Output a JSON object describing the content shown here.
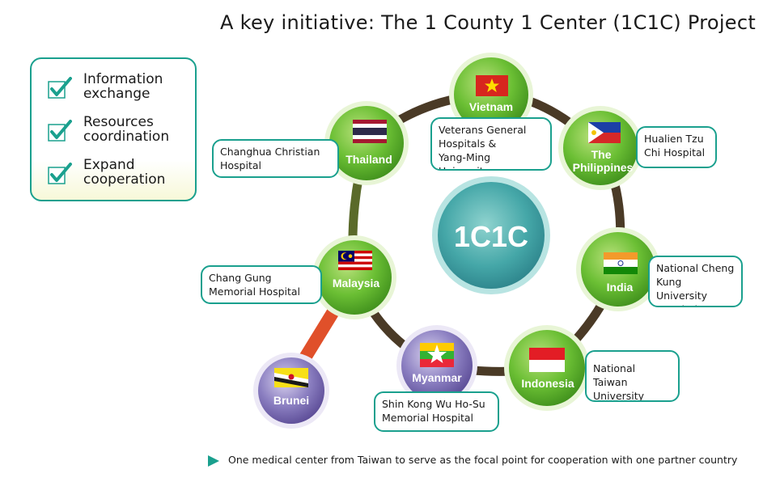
{
  "title": "A key initiative: The 1 County 1 Center (1C1C) Project",
  "checklist": [
    {
      "label": "Information\nexchange"
    },
    {
      "label": "Resources\ncoordination"
    },
    {
      "label": "Expand\ncooperation"
    }
  ],
  "center": {
    "label": "1C1C"
  },
  "countries": [
    {
      "id": "vietnam",
      "label": "Vietnam",
      "style": "green"
    },
    {
      "id": "philippines",
      "label": "The\nPhilippines",
      "style": "green"
    },
    {
      "id": "india",
      "label": "India",
      "style": "green"
    },
    {
      "id": "indonesia",
      "label": "Indonesia",
      "style": "green"
    },
    {
      "id": "myanmar",
      "label": "Myanmar",
      "style": "purple"
    },
    {
      "id": "malaysia",
      "label": "Malaysia",
      "style": "green"
    },
    {
      "id": "thailand",
      "label": "Thailand",
      "style": "green"
    },
    {
      "id": "brunei",
      "label": "Brunei",
      "style": "purple"
    }
  ],
  "partners": [
    {
      "id": "vietnam",
      "text": "Veterans General\nHospitals &\nYang-Ming University"
    },
    {
      "id": "philippines",
      "text": "Hualien Tzu\nChi Hospital"
    },
    {
      "id": "india",
      "text": "National Cheng\nKung University\nHospital"
    },
    {
      "id": "indonesia",
      "text": "National Taiwan\nUniversity"
    },
    {
      "id": "myanmar",
      "text": "Shin  Kong Wu Ho-Su\nMemorial Hospital"
    },
    {
      "id": "malaysia",
      "text": "Chang Gung\nMemorial Hospital"
    },
    {
      "id": "thailand",
      "text": "Changhua Christian\nHospital"
    }
  ],
  "footer": "One medical center from Taiwan to serve as the focal point for cooperation with one partner country",
  "colors": {
    "accent": "#1aa08e",
    "node_green": "#5cb82e",
    "node_purple": "#7a6bb0",
    "ring": "#4a3a26",
    "brunei_link": "#e0502a",
    "center": "#3fa3a8"
  }
}
